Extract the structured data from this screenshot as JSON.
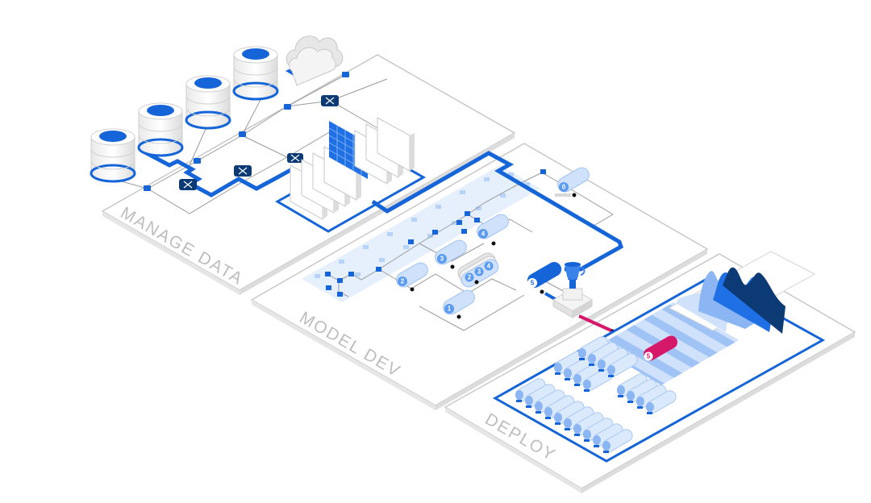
{
  "diagram": {
    "title": "ML lifecycle isometric illustration",
    "stages": [
      {
        "id": "manage-data",
        "label": "MANAGE DATA"
      },
      {
        "id": "model-dev",
        "label": "MODEL DEV"
      },
      {
        "id": "deploy",
        "label": "DEPLOY"
      }
    ],
    "manage_data": {
      "databases": 4,
      "cloud": "cloud-storage-icon",
      "servers": 9,
      "spreadsheet": "data-table-icon"
    },
    "model_dev": {
      "model_badges": [
        "0",
        "1",
        "2",
        "3",
        "4",
        "5"
      ],
      "stacked_badges": [
        "2",
        "3",
        "4"
      ],
      "winner_badge": "5",
      "trophy": "trophy-icon"
    },
    "deploy": {
      "deployed_model_badge": "5",
      "replica_count": 22,
      "chart": "area-chart-icon"
    },
    "colors": {
      "primary_blue": "#1565d8",
      "dark_navy": "#0b3a75",
      "light_blue": "#e6f0fd",
      "accent_magenta": "#d6186b",
      "panel_border": "#c8c8c8"
    }
  }
}
